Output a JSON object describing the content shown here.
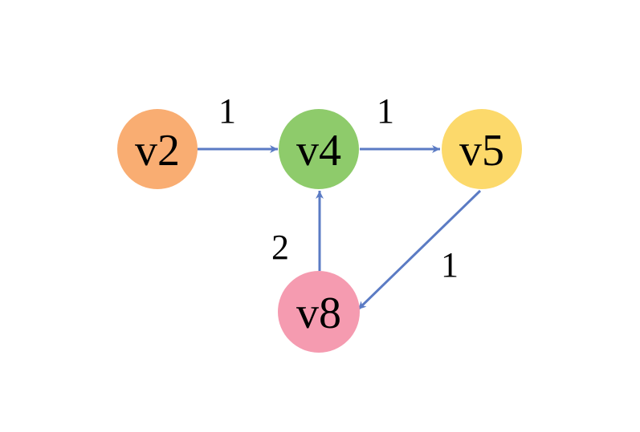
{
  "graph": {
    "edge_color": "#5b7bc4",
    "nodes": [
      {
        "id": "v2",
        "label": "v2",
        "color": "#f9ad72"
      },
      {
        "id": "v4",
        "label": "v4",
        "color": "#8ecb6b"
      },
      {
        "id": "v5",
        "label": "v5",
        "color": "#fcd96b"
      },
      {
        "id": "v8",
        "label": "v8",
        "color": "#f59bb0"
      }
    ],
    "edges": [
      {
        "from": "v2",
        "to": "v4",
        "weight": "1"
      },
      {
        "from": "v4",
        "to": "v5",
        "weight": "1"
      },
      {
        "from": "v8",
        "to": "v4",
        "weight": "2"
      },
      {
        "from": "v5",
        "to": "v8",
        "weight": "1"
      }
    ]
  }
}
